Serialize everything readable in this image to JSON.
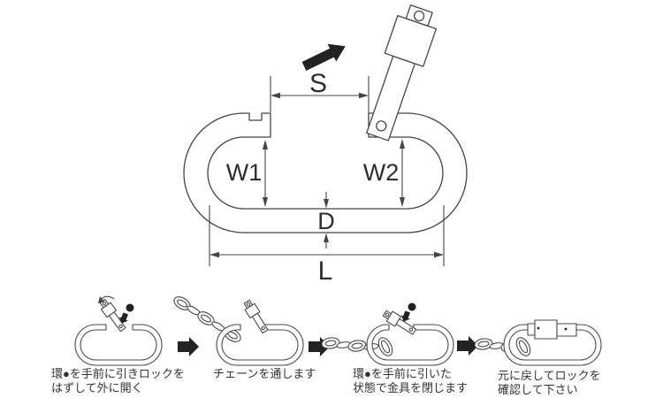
{
  "diagram": {
    "dimension_labels": {
      "s": "S",
      "w1": "W1",
      "w2": "W2",
      "d": "D",
      "l": "L"
    }
  },
  "steps": [
    {
      "caption_line1": "環●を手前に引きロックを",
      "caption_line2": "はずして外に開く"
    },
    {
      "caption_line1": "チェーンを通します",
      "caption_line2": ""
    },
    {
      "caption_line1": "環●を手前に引いた",
      "caption_line2": "状態で金具を閉じます"
    },
    {
      "caption_line1": "元に戻してロックを",
      "caption_line2": "確認して下さい"
    }
  ],
  "colors": {
    "line": "#454545",
    "arrow": "#222222",
    "text": "#333333",
    "background": "#ffffff"
  }
}
